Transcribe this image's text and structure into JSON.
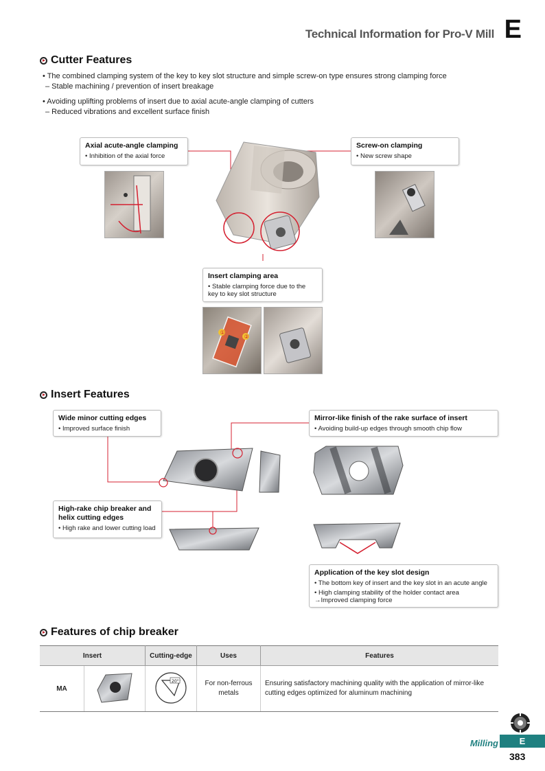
{
  "header": {
    "title": "Technical Information for Pro-V Mill",
    "letter": "E"
  },
  "cutter": {
    "title": "Cutter Features",
    "bullets": [
      "• The combined clamping system of the key to key slot structure and simple screw-on type ensures strong clamping force",
      "  – Stable machining / prevention of insert breakage",
      "• Avoiding uplifting problems of insert due to axial acute-angle clamping of cutters",
      "  – Reduced vibrations and excellent surface finish"
    ],
    "callouts": {
      "axial": {
        "title": "Axial acute-angle clamping",
        "desc": "• Inhibition of the axial force"
      },
      "screw": {
        "title": "Screw-on clamping",
        "desc": "• New screw shape"
      },
      "insert_area": {
        "title": "Insert clamping area",
        "desc": "• Stable clamping force due to the key to key slot structure"
      }
    },
    "photo_marks": [
      "①",
      "②"
    ]
  },
  "insert": {
    "title": "Insert Features",
    "callouts": {
      "wide": {
        "title": "Wide minor cutting edges",
        "desc": "• Improved surface finish"
      },
      "mirror": {
        "title": "Mirror-like finish of the rake surface of insert",
        "desc": "• Avoiding build-up edges through smooth chip flow"
      },
      "highrake": {
        "title": "High-rake chip breaker and helix cutting edges",
        "desc": "• High rake and lower cutting load"
      },
      "keyslot": {
        "title": "Application of the key slot design",
        "desc1": "• The bottom key of insert and the key slot in an acute angle",
        "desc2": "• High clamping stability of the holder contact area →Improved clamping force"
      }
    }
  },
  "chip": {
    "title": "Features of chip breaker",
    "headers": [
      "Insert",
      "Cutting-edge",
      "Uses",
      "Features"
    ],
    "row": {
      "name": "MA",
      "angle": "20°",
      "uses": "For non-ferrous metals",
      "features": "Ensuring satisfactory machining quality with the application of mirror-like cutting edges optimized for aluminum machining"
    }
  },
  "footer": {
    "section": "Milling",
    "letter": "E",
    "page": "383"
  },
  "colors": {
    "accent": "#d42030",
    "teal": "#1f8080"
  }
}
